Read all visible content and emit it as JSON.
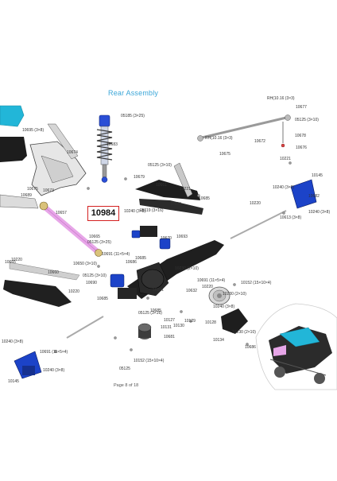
{
  "diagram": {
    "title": "Rear Assembly",
    "highlighted_part": "10984",
    "footer": "Page 8 of 18",
    "part_labels": [
      "RH(10.16 (3×3)",
      "10677",
      "05125 (3×10)",
      "10678",
      "10672",
      "10676",
      "RH(10.16 (3×3)",
      "10675",
      "10221",
      "10695 (3×8)",
      "05185 (3×25)",
      "10683",
      "10674",
      "10673",
      "10689",
      "10675",
      "10657",
      "10665",
      "10650 (3×10)",
      "05125 (3×10)",
      "10221",
      "10679",
      "10661",
      "10670",
      "05119 (3×16)",
      "10685",
      "10240 (3×8)",
      "10620",
      "10220",
      "10240 (3×8)",
      "10682",
      "10145",
      "10240 (3×8)",
      "10613 (3×8)",
      "10665",
      "05125 (3×25)",
      "10686",
      "10685",
      "10693",
      "10691 (11×5×4)",
      "10220",
      "10660",
      "05125 (3×10)",
      "10690",
      "10220",
      "10685",
      "10221",
      "10230 (2×10)",
      "10691 (11×5×4)",
      "10152 (15×10×4)",
      "10632",
      "10220",
      "05125 (3×16)",
      "10685",
      "10127",
      "10230 (2×10)",
      "10131",
      "10130",
      "10129",
      "10128",
      "10240 (3×8)",
      "10681",
      "10134",
      "10230 (2×10)",
      "10686",
      "10240 (3×8)",
      "10691 (11×5×4)",
      "10240 (3×8)",
      "10145",
      "10152 (15×10×4)",
      "05125"
    ]
  },
  "colors": {
    "title": "#3aa6d8",
    "callout_border": "#d42020",
    "blue_part": "#1c43c8",
    "cyan_part": "#22b6d8",
    "pink_part": "#e7a6e8",
    "dark_part": "#222222"
  }
}
